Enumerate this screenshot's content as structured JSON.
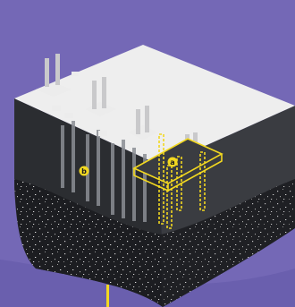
{
  "colors": {
    "background": "#7468b6",
    "background_shadow": "#6a5fae",
    "ground_top": "#eeeeee",
    "ground_left_face": "#2b2d31",
    "ground_right_face": "#3a3c41",
    "soil_dark": "#1c1d21",
    "pile_gray": "#8b8e94",
    "support_gray": "#c9c9cb",
    "support_light": "#ececec",
    "highlight": "#f2d820"
  },
  "callouts": {
    "a": "a",
    "b": "b"
  },
  "icons": {
    "marker_a": "circle-letter-marker",
    "marker_b": "circle-letter-marker"
  }
}
